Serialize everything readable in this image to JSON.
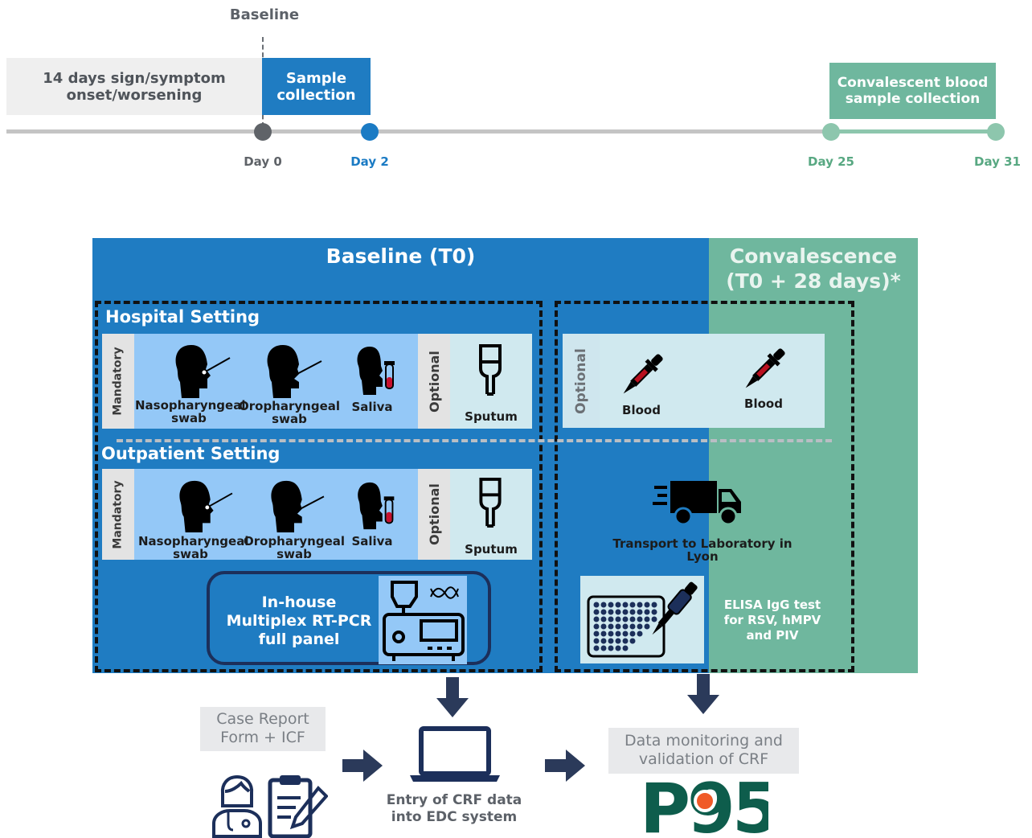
{
  "timeline": {
    "baseline_label": "Baseline",
    "onset_text": "14 days sign/symptom onset/worsening",
    "sample_collection": "Sample collection",
    "convalescent_text": "Convalescent blood sample collection",
    "days": [
      {
        "label": "Day 0",
        "color": "#5f6368"
      },
      {
        "label": "Day 2",
        "color": "#1b7bc4"
      },
      {
        "label": "Day 25",
        "color": "#58a882"
      },
      {
        "label": "Day 31",
        "color": "#58a882"
      }
    ]
  },
  "panel": {
    "baseline_title": "Baseline (T0)",
    "convalescence_title": "Convalescence (T0 + 28 days)*",
    "hospital_title": "Hospital Setting",
    "outpatient_title": "Outpatient Setting",
    "mandatory": "Mandatory",
    "optional": "Optional",
    "nasopharyngeal": "Nasopharyngeal swab",
    "oropharyngeal": "Oropharyngeal swab",
    "saliva": "Saliva",
    "sputum": "Sputum",
    "blood": "Blood",
    "transport": "Transport to Laboratory in Lyon",
    "pcr": "In-house Multiplex RT-PCR full panel",
    "elisa": "ELISA IgG test for RSV, hMPV and PIV"
  },
  "bottom": {
    "crf": "Case Report Form + ICF",
    "entry": "Entry of CRF data into EDC system",
    "monitoring": "Data monitoring and validation of CRF",
    "logo": "P95"
  },
  "colors": {
    "baseline_blue": "#1f7cc2",
    "convalescence_green": "#6fb79e",
    "light_blue": "#94c8f7",
    "pale": "#d0e9ef",
    "grey_text": "#4a4f55",
    "logo_green": "#0e5d4c",
    "logo_orange": "#f05a28"
  }
}
